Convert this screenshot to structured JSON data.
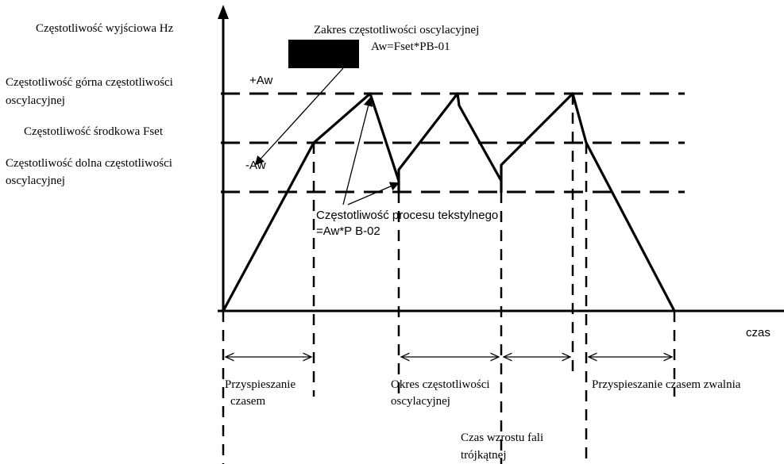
{
  "y_axis_title": "Częstotliwość wyjściowa Hz",
  "x_axis_title": "czas",
  "levels": {
    "upper": [
      "Częstotliwość górna częstotliwości",
      "oscylacyjnej"
    ],
    "center": "Częstotliwość środkowa Fset",
    "lower": [
      "Częstotliwość dolna częstotliwości",
      "oscylacyjnej"
    ]
  },
  "plus_aw": "+Aw",
  "minus_aw": "-Aw",
  "range_note": [
    "Zakres częstotliwości oscylacyjnej",
    "Aw=Fset*PB-01"
  ],
  "textile_note": [
    "Częstotliwość procesu tekstylnego",
    "=Aw*P B-02"
  ],
  "spans": {
    "accel": [
      "Przyspieszanie",
      "czasem"
    ],
    "period": [
      "Okres częstotliwości",
      "oscylacyjnej"
    ],
    "decel": "Przyspieszanie czasem zwalnia",
    "rise": [
      "Czas wzrostu fali",
      "trójkątnej"
    ]
  },
  "colors": {
    "line": "#000000",
    "block": "#000000",
    "background": "#ffffff"
  }
}
